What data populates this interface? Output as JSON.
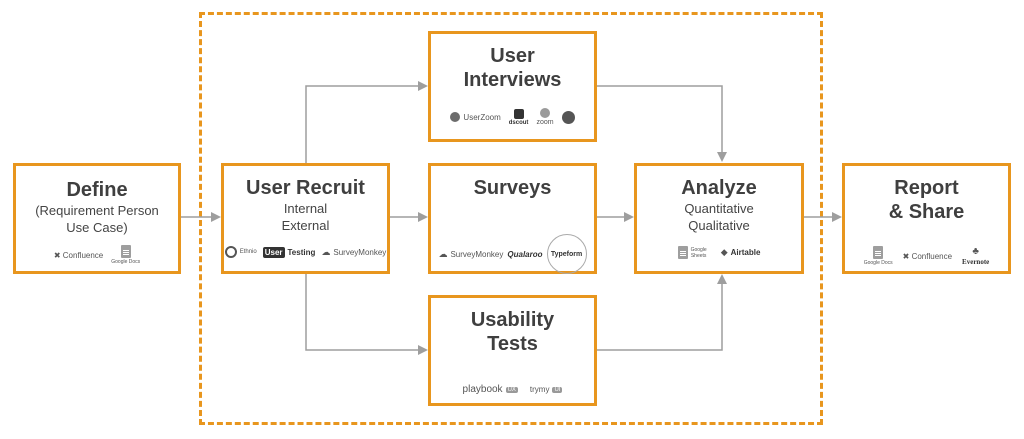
{
  "boxes": {
    "define": {
      "title": "Define",
      "sub": [
        "(Requirement Person",
        "Use Case)"
      ],
      "logos": [
        "✖ Confluence",
        "Google Docs"
      ]
    },
    "recruit": {
      "title": "User Recruit",
      "sub": [
        "Internal",
        "External"
      ],
      "logos": [
        "Ethnio",
        "User",
        "Testing",
        "SurveyMonkey"
      ]
    },
    "interviews": {
      "title": [
        "User",
        "Interviews"
      ],
      "logos": [
        "UserZoom",
        "dscout",
        "zoom",
        "hangouts"
      ]
    },
    "surveys": {
      "title": "Surveys",
      "logos": [
        "SurveyMonkey",
        "Qualaroo",
        "Typeform"
      ]
    },
    "usability": {
      "title": [
        "Usability",
        "Tests"
      ],
      "logos": [
        "playbook",
        "UX",
        "trymy",
        "UI"
      ]
    },
    "analyze": {
      "title": "Analyze",
      "sub": [
        "Quantitative",
        "Qualitative"
      ],
      "logos": [
        "Google",
        "Sheets",
        "Airtable"
      ]
    },
    "report": {
      "title": [
        "Report",
        "& Share"
      ],
      "logos": [
        "Google Docs",
        "✖ Confluence",
        "Evernote"
      ]
    }
  },
  "colors": {
    "accent": "#e8961e",
    "arrow": "#9e9e9e",
    "text": "#3f3f3f"
  }
}
